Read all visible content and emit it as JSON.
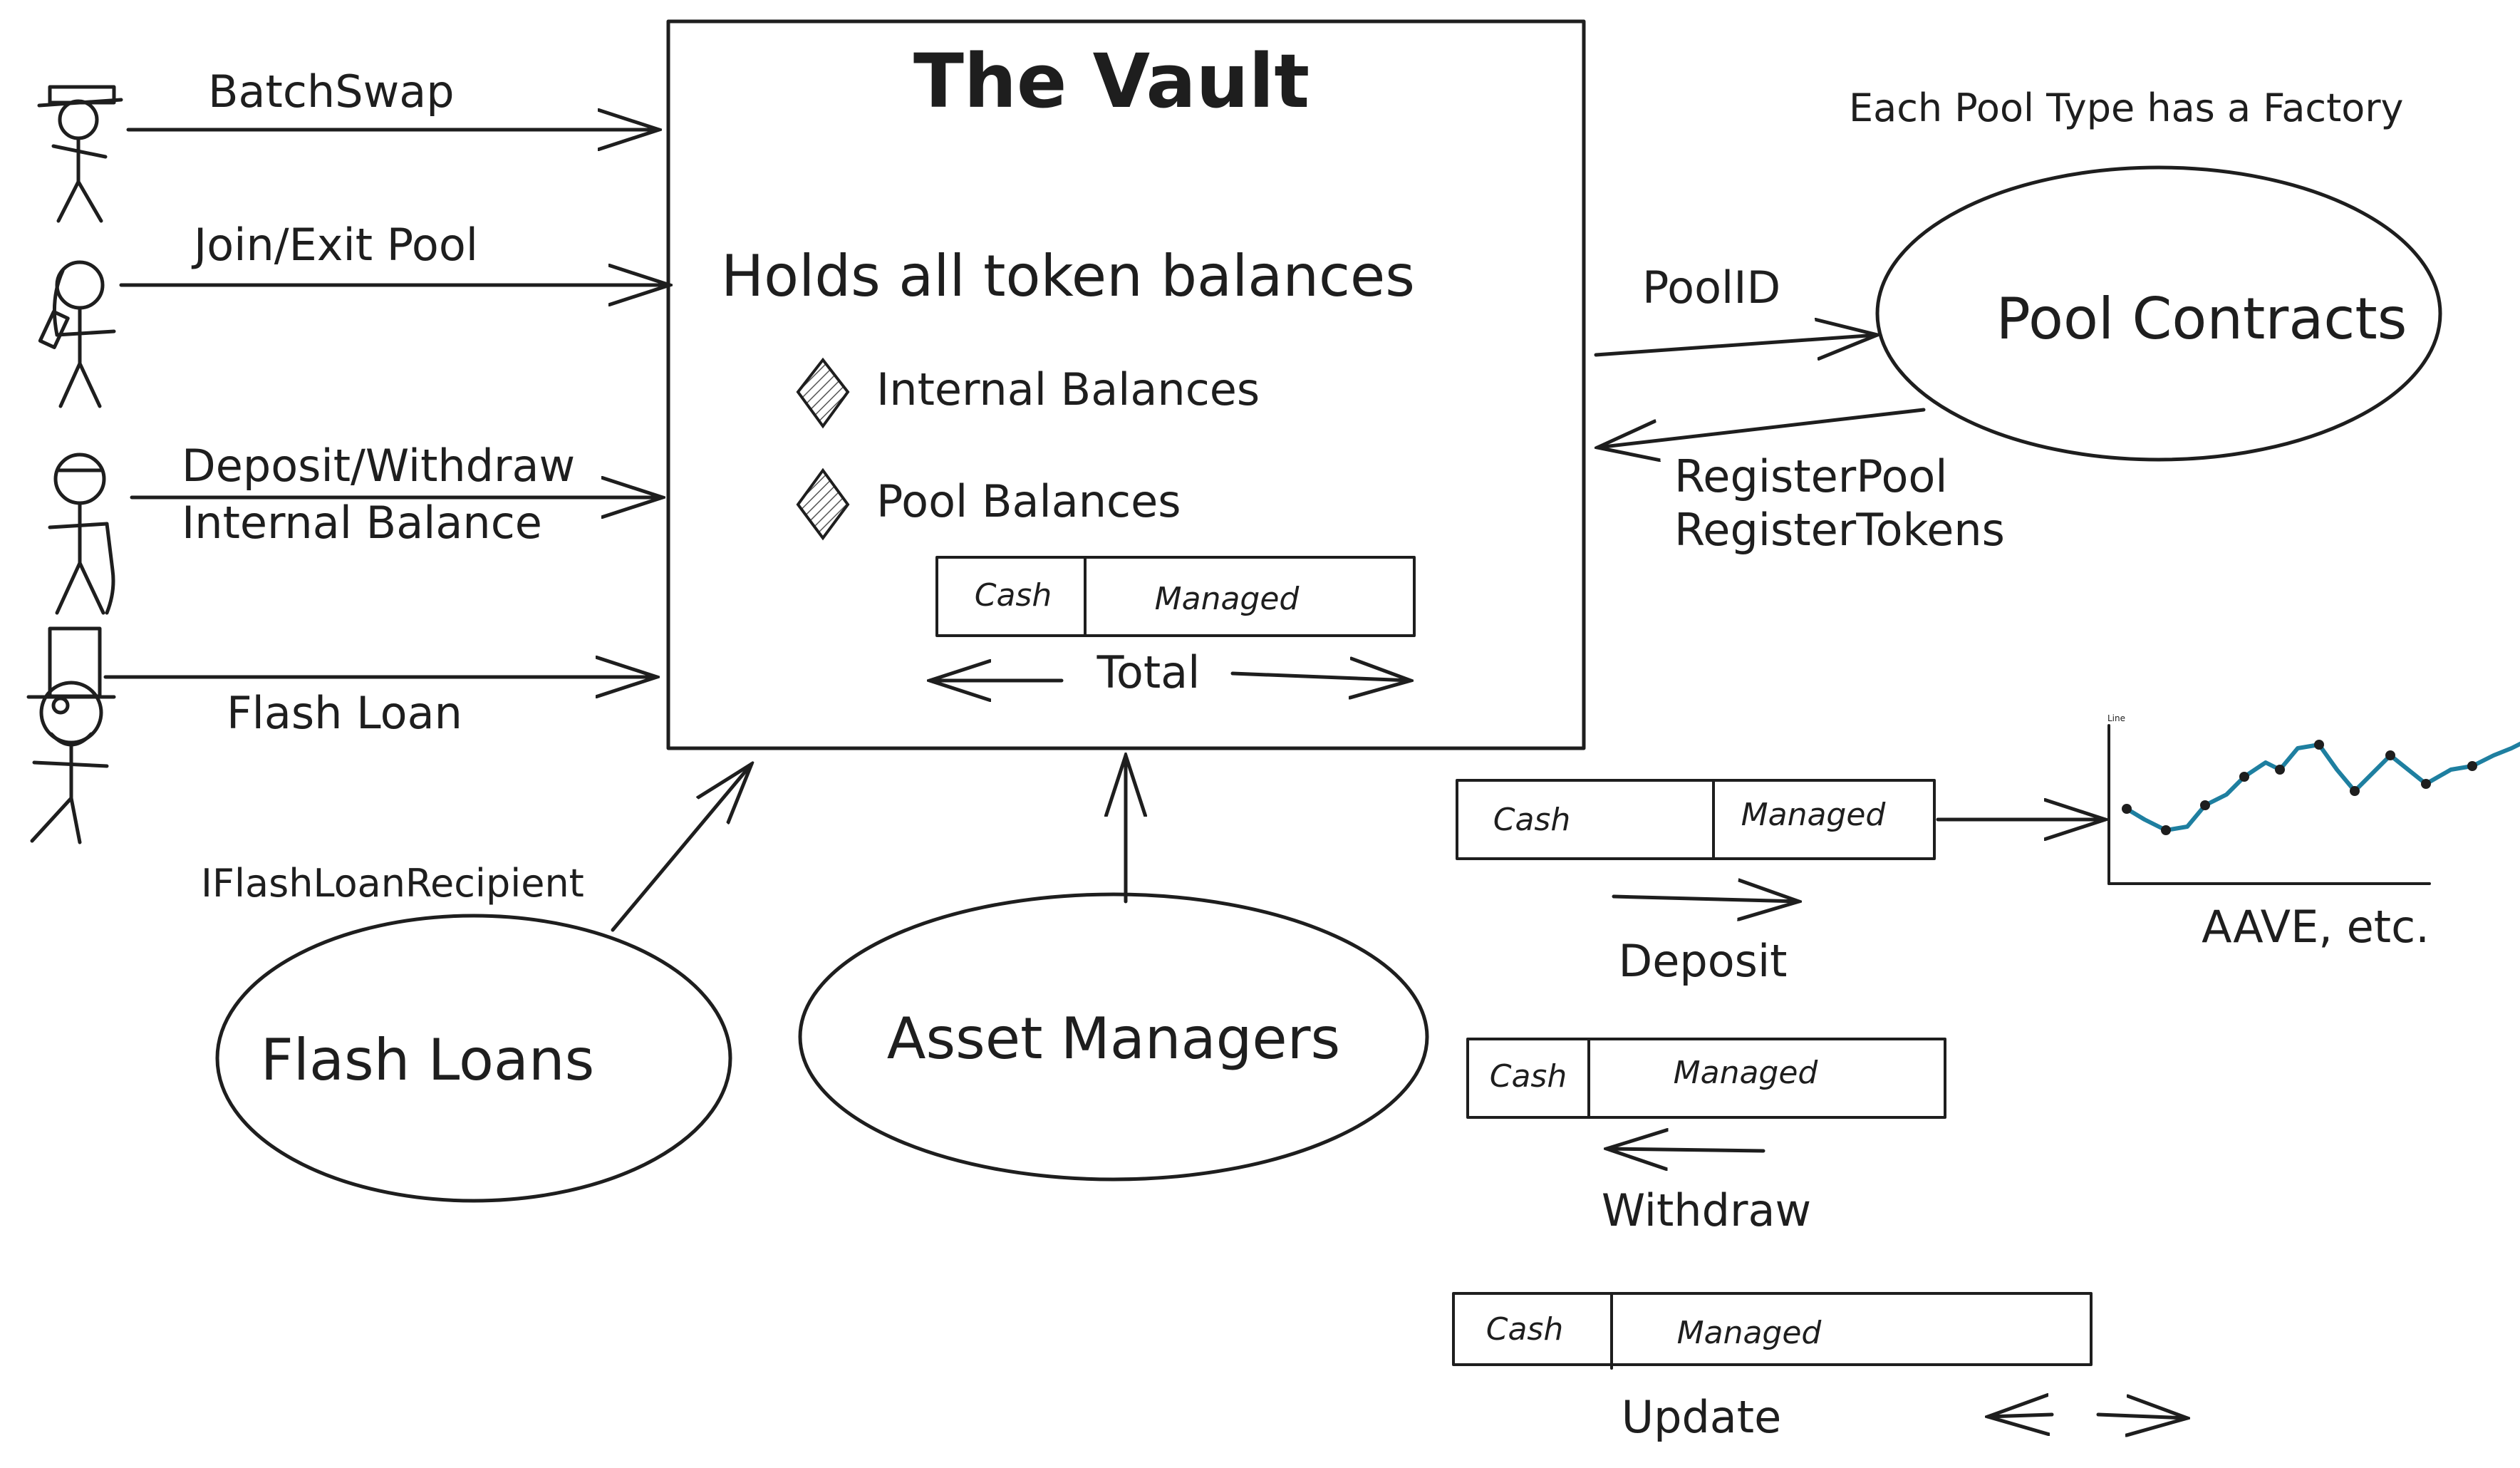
{
  "vault": {
    "title": "The Vault",
    "subtitle": "Holds all token balances",
    "items": [
      "Internal Balances",
      "Pool Balances"
    ],
    "balance_bar": {
      "cash": "Cash",
      "managed": "Managed",
      "total": "Total"
    }
  },
  "actions": {
    "batch_swap": "BatchSwap",
    "join_exit": "Join/Exit Pool",
    "deposit_withdraw_line1": "Deposit/Withdraw",
    "deposit_withdraw_line2": "Internal Balance",
    "flash_loan": "Flash Loan"
  },
  "pool": {
    "factory_note": "Each Pool Type has a Factory",
    "contracts": "Pool Contracts",
    "pool_id": "PoolID",
    "register_pool": "RegisterPool",
    "register_tokens": "RegisterTokens"
  },
  "flash_loans": {
    "label": "Flash Loans",
    "interface": "IFlashLoanRecipient"
  },
  "asset_managers": {
    "label": "Asset Managers"
  },
  "asset_ops": {
    "cash": "Cash",
    "managed": "Managed",
    "deposit": "Deposit",
    "withdraw": "Withdraw",
    "update": "Update",
    "external": "AAVE, etc.",
    "chart_label": "Line"
  },
  "colors": {
    "ink": "#1e1e1e",
    "chart_line": "#1e7fa0",
    "chart_fill": "#7cc3d6"
  }
}
